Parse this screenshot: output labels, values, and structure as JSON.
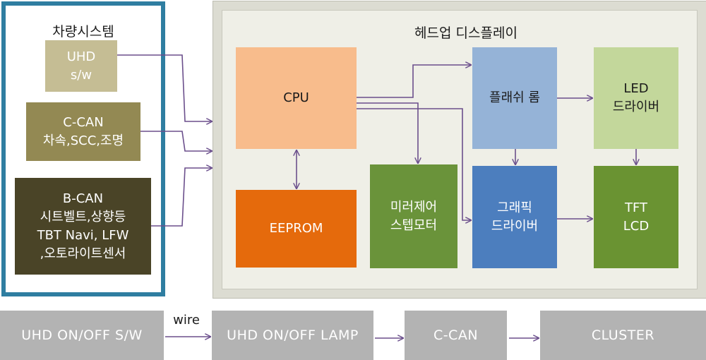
{
  "vehicle_system": {
    "title": "차량시스템",
    "uhd_sw": [
      "UHD",
      "s/w"
    ],
    "c_can": [
      "C-CAN",
      "차속,SCC,조명"
    ],
    "b_can": [
      "B-CAN",
      "시트벨트,상향등",
      "TBT Navi, LFW",
      ",오토라이트센서"
    ]
  },
  "hud": {
    "title": "헤드업 디스플레이",
    "cpu": "CPU",
    "eeprom": "EEPROM",
    "mirror_motor": [
      "미러제어",
      "스텝모터"
    ],
    "flash_rom": "플래쉬 롬",
    "graphic_driver": [
      "그래픽",
      "드라이버"
    ],
    "led_driver": [
      "LED",
      "드라이버"
    ],
    "tft_lcd": [
      "TFT",
      "LCD"
    ]
  },
  "flow": {
    "uhd_switch": "UHD ON/OFF S/W",
    "wire_label": "wire",
    "uhd_lamp": "UHD ON/OFF LAMP",
    "c_can": "C-CAN",
    "cluster": "CLUSTER"
  },
  "colors": {
    "vehicle_border": "#2f7ea1",
    "cpu": "#f8bc8c",
    "eeprom": "#e56a0c",
    "mirror_motor": "#6a933a",
    "flash_rom": "#95b3d7",
    "graphic_driver": "#4c7ebe",
    "led_driver": "#c3d79b",
    "tft_lcd": "#6a9332",
    "arrow": "#6b4f8c",
    "flow_box": "#b3b3b3"
  }
}
